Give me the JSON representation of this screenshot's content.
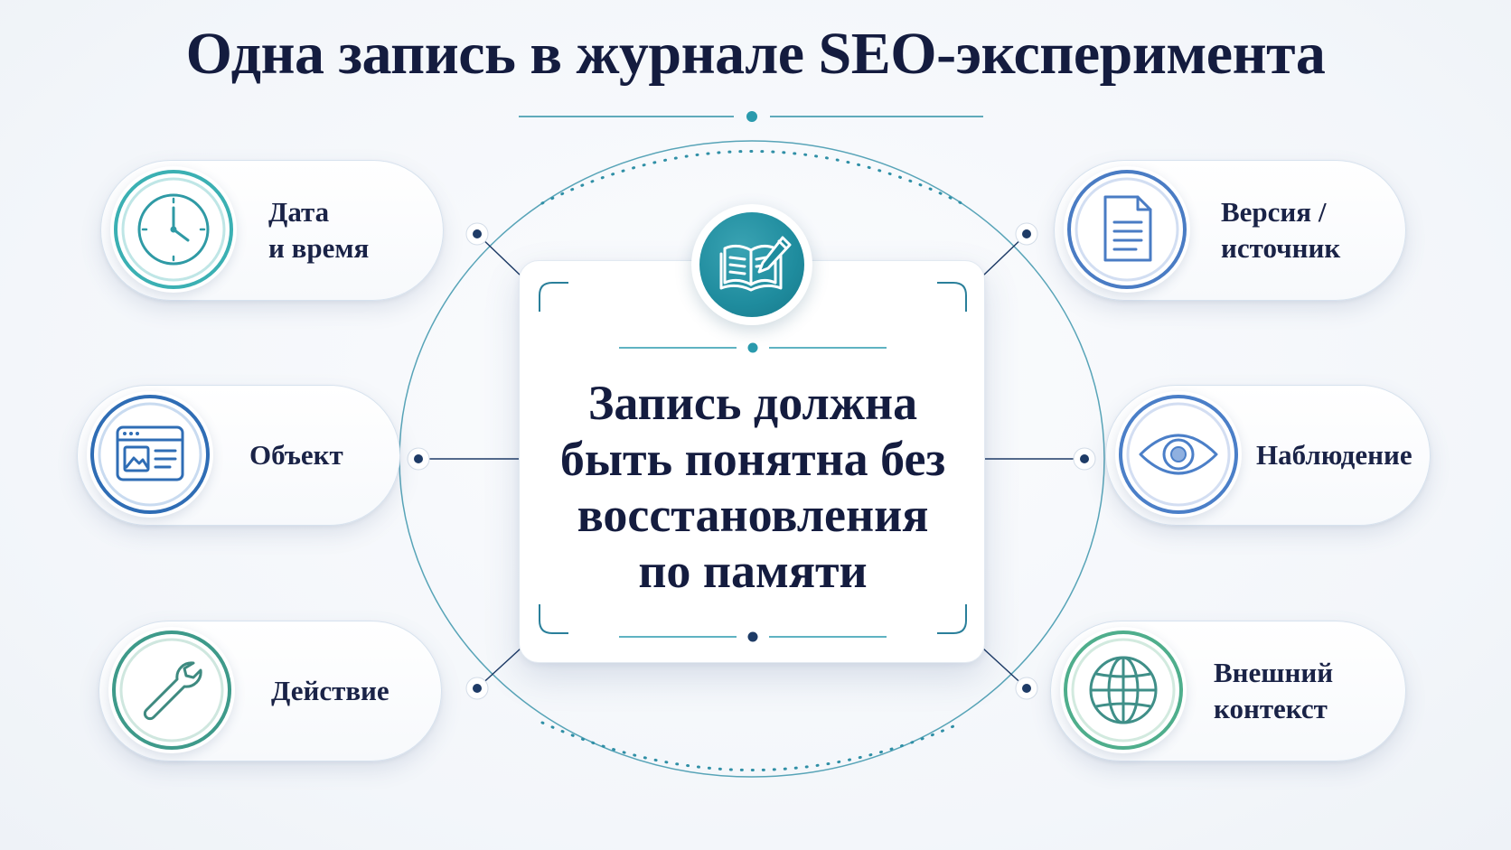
{
  "title": "Одна запись в журнале SEO-эксперимента",
  "center": {
    "lines": [
      "Запись должна",
      "быть понятна без",
      "восстановления",
      "по памяти"
    ],
    "icon": "open-book-pen-icon"
  },
  "items": [
    {
      "id": "datetime",
      "lines": [
        "Дата",
        "и время"
      ],
      "icon": "clock-icon",
      "color": "#3bb0b3"
    },
    {
      "id": "object",
      "lines": [
        "Объект"
      ],
      "icon": "webpage-icon",
      "color": "#2f6db5"
    },
    {
      "id": "action",
      "lines": [
        "Действие"
      ],
      "icon": "wrench-icon",
      "color": "#3e9a8a"
    },
    {
      "id": "version",
      "lines": [
        "Версия /",
        "источник"
      ],
      "icon": "document-icon",
      "color": "#4a7cc4"
    },
    {
      "id": "observation",
      "lines": [
        "Наблюдение"
      ],
      "icon": "eye-icon",
      "color": "#4b7fc8"
    },
    {
      "id": "context",
      "lines": [
        "Внешний",
        "контекст"
      ],
      "icon": "globe-icon",
      "color": "#4fae8c"
    }
  ],
  "colors": {
    "title": "#141c3f",
    "accent": "#2a9aad",
    "line": "#2f8fa6"
  }
}
